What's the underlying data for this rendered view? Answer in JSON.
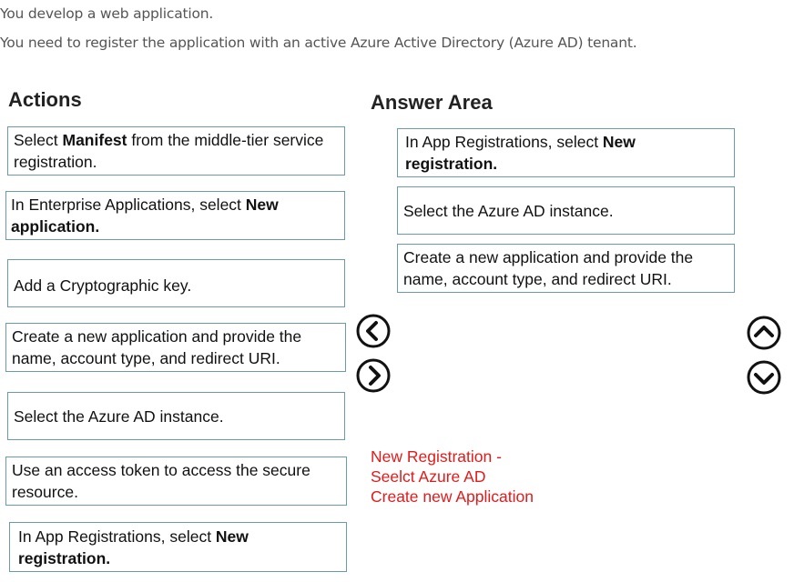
{
  "intro": {
    "line1": "You develop a web application.",
    "line2": "You need to register the application with an active Azure Active Directory (Azure AD) tenant."
  },
  "actions": {
    "heading": "Actions",
    "items": [
      {
        "pre": "Select ",
        "bold": "Manifest",
        "post": " from the middle-tier service registration."
      },
      {
        "pre": "In Enterprise Applications, select ",
        "bold": "New application.",
        "post": ""
      },
      {
        "pre": "Add a Cryptographic key.",
        "bold": "",
        "post": ""
      },
      {
        "pre": "Create a new application and provide the name, account type, and redirect URI.",
        "bold": "",
        "post": ""
      },
      {
        "pre": "Select the Azure AD instance.",
        "bold": "",
        "post": ""
      },
      {
        "pre": "Use an access token to access the secure resource.",
        "bold": "",
        "post": ""
      },
      {
        "pre": "In App Registrations, select ",
        "bold": "New registration.",
        "post": ""
      }
    ]
  },
  "answer": {
    "heading": "Answer Area",
    "items": [
      {
        "pre": "In App Registrations, select ",
        "bold": "New registration.",
        "post": ""
      },
      {
        "pre": "Select the Azure AD instance.",
        "bold": "",
        "post": ""
      },
      {
        "pre": "Create a new application and provide the name, account type, and redirect URI.",
        "bold": "",
        "post": ""
      }
    ]
  },
  "controls": {
    "move_left": "chevron-left-icon",
    "move_right": "chevron-right-icon",
    "move_up": "chevron-up-icon",
    "move_down": "chevron-down-icon"
  },
  "note": {
    "lines": [
      "New Registration -",
      "Seelct Azure AD",
      "Create new Application"
    ],
    "color": "#e11b1b"
  }
}
